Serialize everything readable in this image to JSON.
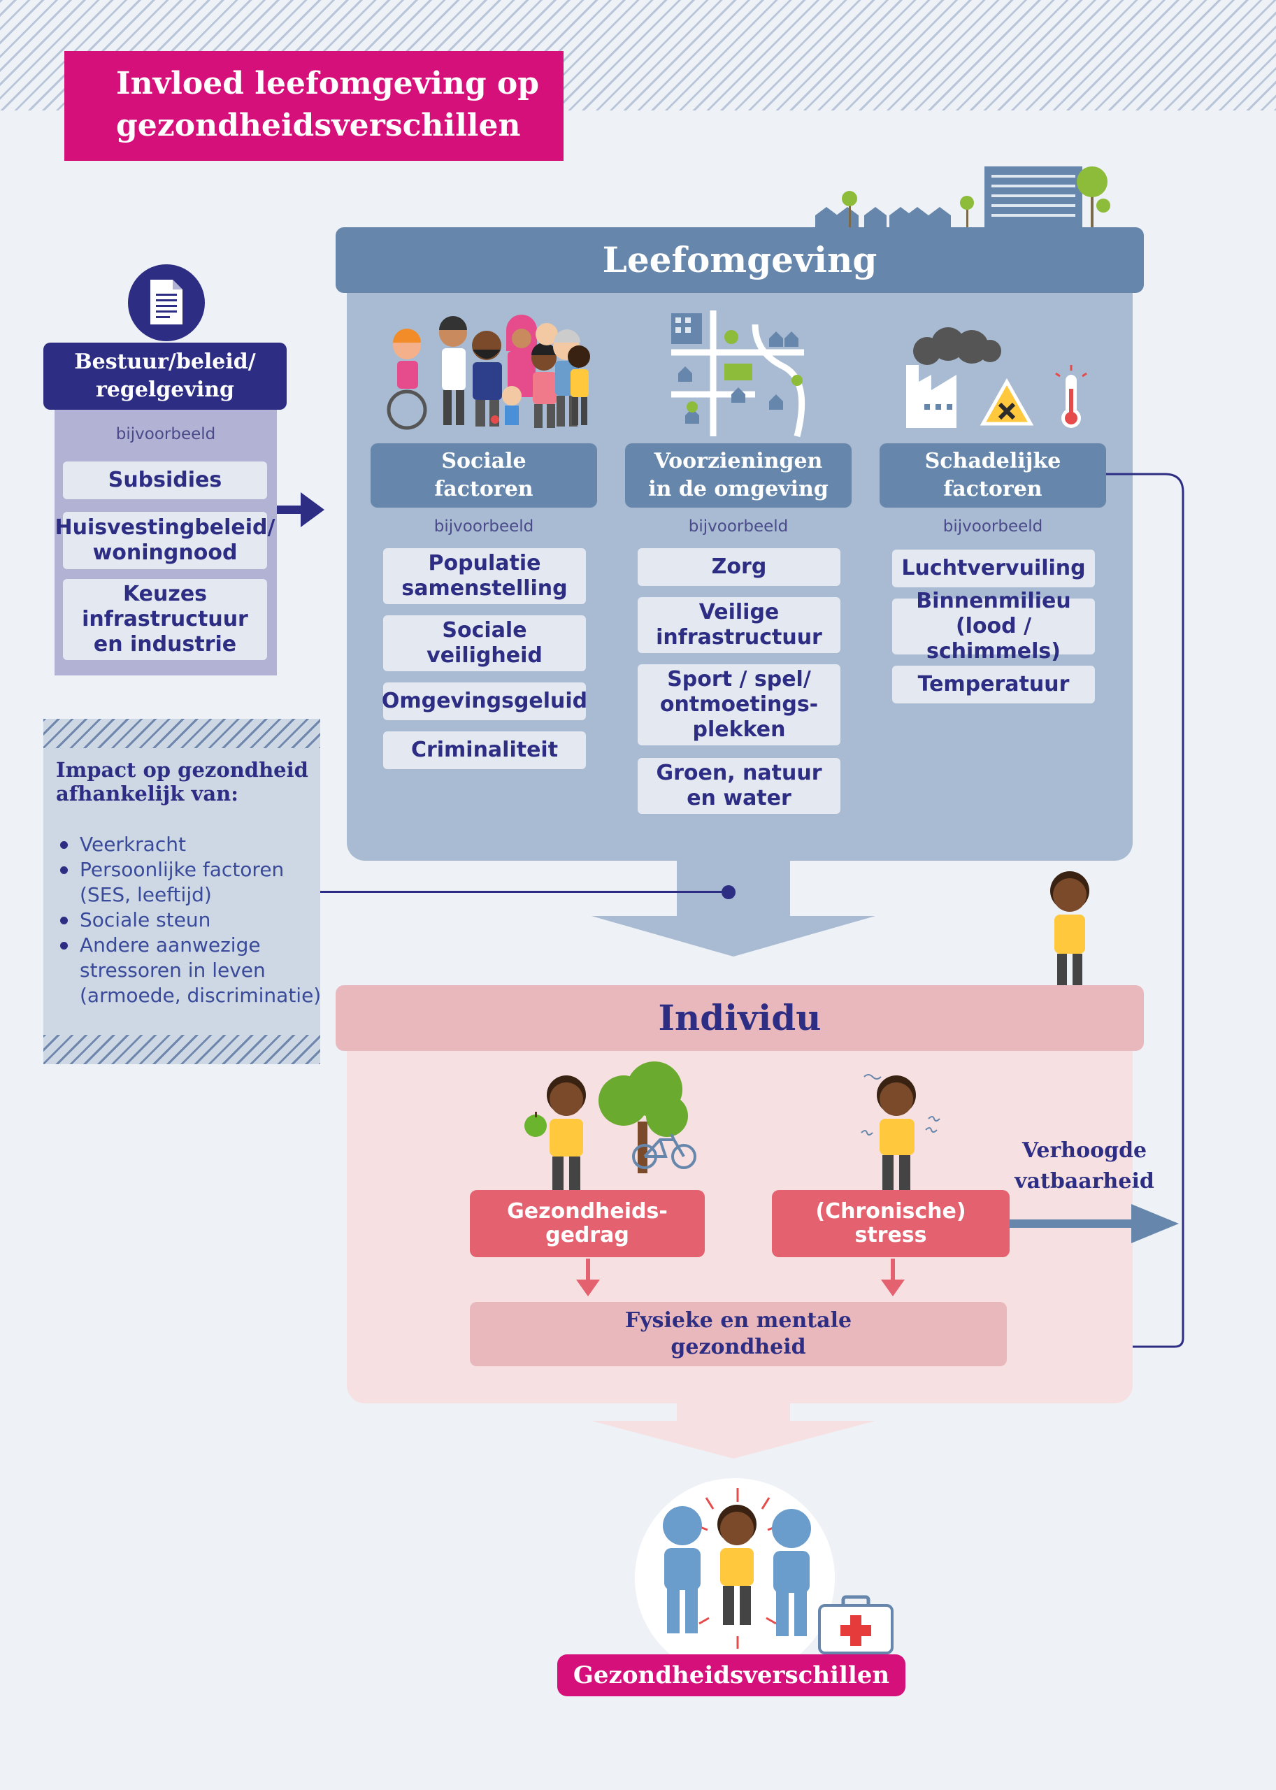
{
  "title": {
    "line1": "Invloed leefomgeving op",
    "line2": "gezondheidsverschillen"
  },
  "policy": {
    "heading_line1": "Bestuur/beleid/",
    "heading_line2": "regelgeving",
    "example_label": "bijvoorbeeld",
    "items": [
      {
        "line1": "Subsidies",
        "line2": "",
        "line3": ""
      },
      {
        "line1": "Huisvestingbeleid/",
        "line2": "woningnood",
        "line3": ""
      },
      {
        "line1": "Keuzes",
        "line2": "infrastructuur",
        "line3": "en industrie"
      }
    ]
  },
  "leefomgeving": {
    "title": "Leefomgeving",
    "columns": [
      {
        "head_line1": "Sociale",
        "head_line2": "factoren",
        "example_label": "bijvoorbeeld",
        "items": [
          {
            "line1": "Populatie",
            "line2": "samenstelling",
            "line3": ""
          },
          {
            "line1": "Sociale",
            "line2": "veiligheid",
            "line3": ""
          },
          {
            "line1": "Omgevingsgeluid",
            "line2": "",
            "line3": ""
          },
          {
            "line1": "Criminaliteit",
            "line2": "",
            "line3": ""
          }
        ]
      },
      {
        "head_line1": "Voorzieningen",
        "head_line2": "in de omgeving",
        "example_label": "bijvoorbeeld",
        "items": [
          {
            "line1": "Zorg",
            "line2": "",
            "line3": ""
          },
          {
            "line1": "Veilige",
            "line2": "infrastructuur",
            "line3": ""
          },
          {
            "line1": "Sport / spel/",
            "line2": "ontmoetings-",
            "line3": "plekken"
          },
          {
            "line1": "Groen, natuur",
            "line2": "en water",
            "line3": ""
          }
        ]
      },
      {
        "head_line1": "Schadelijke",
        "head_line2": "factoren",
        "example_label": "bijvoorbeeld",
        "items": [
          {
            "line1": "Luchtvervuiling",
            "line2": "",
            "line3": ""
          },
          {
            "line1": "Binnenmilieu",
            "line2": "(lood / schimmels)",
            "line3": ""
          },
          {
            "line1": "Temperatuur",
            "line2": "",
            "line3": ""
          }
        ]
      }
    ]
  },
  "impact": {
    "title_line1": "Impact op gezondheid",
    "title_line2": "afhankelijk van:",
    "bullets": [
      {
        "line1": "Veerkracht",
        "line2": ""
      },
      {
        "line1": "Persoonlijke factoren",
        "line2": "(SES, leeftijd)"
      },
      {
        "line1": "Sociale steun",
        "line2": ""
      },
      {
        "line1": "Andere aanwezige",
        "line2": "stressoren in leven",
        "line3": "(armoede, discriminatie)"
      }
    ]
  },
  "individu": {
    "title": "Individu",
    "behaviour_line1": "Gezondheids-",
    "behaviour_line2": "gedrag",
    "stress_line1": "(Chronische)",
    "stress_line2": "stress",
    "vulnerability_line1": "Verhoogde",
    "vulnerability_line2": "vatbaarheid",
    "health_line1": "Fysieke en mentale",
    "health_line2": "gezondheid"
  },
  "outcome": {
    "label": "Gezondheidsverschillen"
  },
  "colors": {
    "magenta": "#d5107a",
    "navy": "#2d2e83",
    "slate_blue": "#6687ab",
    "light_blue": "#a8bbd2",
    "pink": "#e4616f",
    "light_pink": "#e8b8bd",
    "lavender": "#b2b2d4"
  },
  "icons": [
    "document-icon",
    "people-group-icon",
    "city-map-icon",
    "factory-smoke-icon",
    "hazard-sign-icon",
    "thermometer-icon",
    "skyline-icon",
    "person-icon",
    "apple-icon",
    "tree-icon",
    "bicycle-icon",
    "stressed-person-icon",
    "first-aid-kit-icon"
  ]
}
